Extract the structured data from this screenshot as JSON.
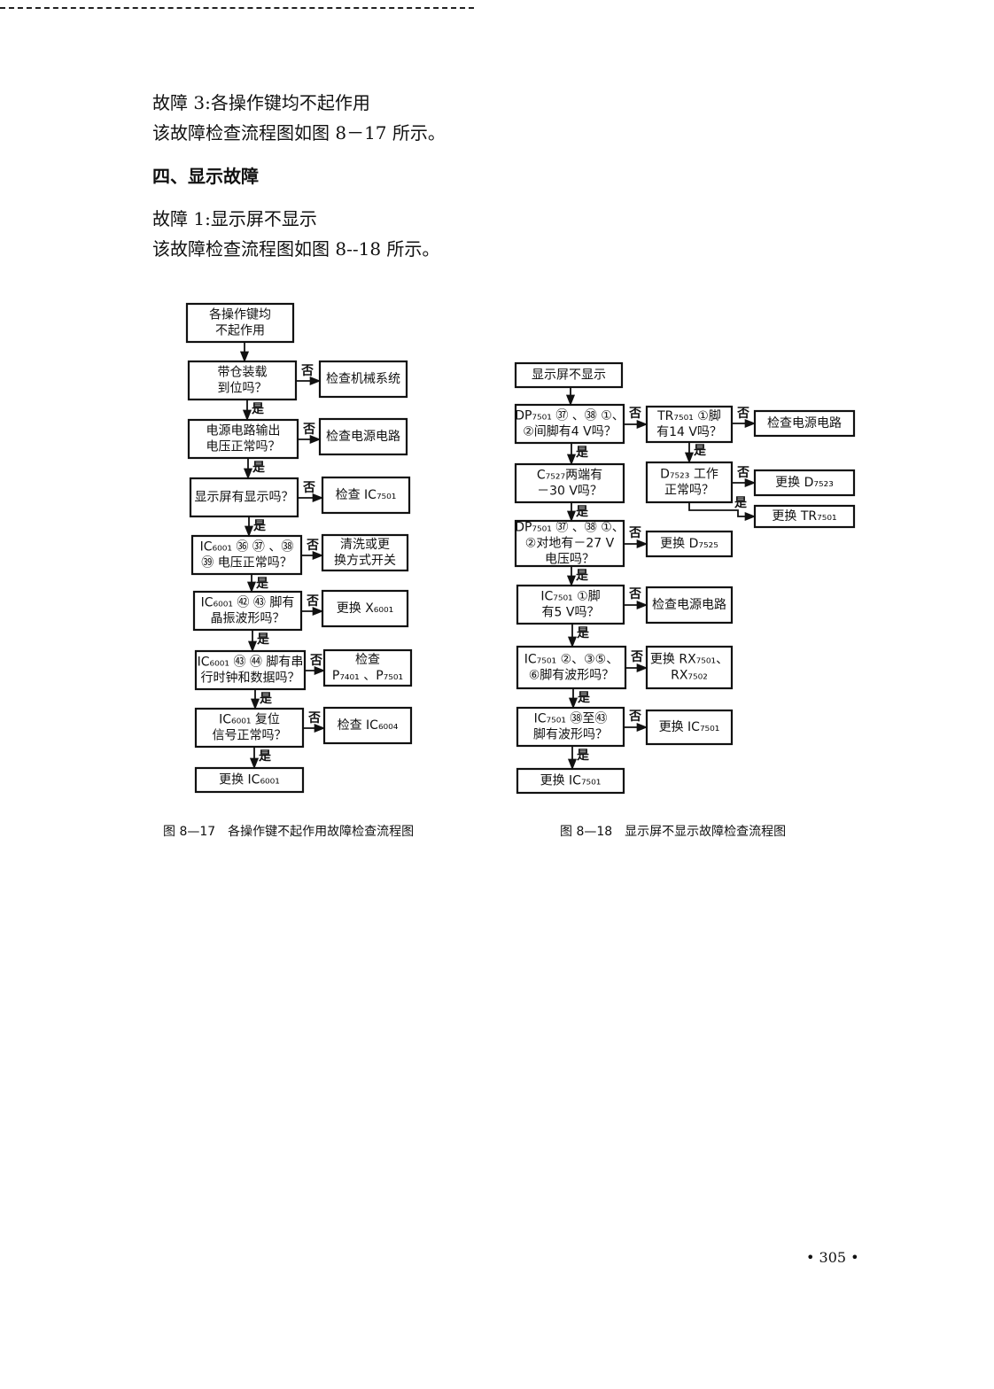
{
  "text": {
    "fault3_title": "故障 3:各操作键均不起作用",
    "fault3_ref": "该故障检查流程图如图 8－17 所示。",
    "section4_heading": "四、显示故障",
    "fault1_title": "故障 1:显示屏不显示",
    "fault1_ref": "该故障检查流程图如图 8--18 所示。"
  },
  "labels": {
    "yes": "是",
    "no": "否"
  },
  "fig17": {
    "caption": "图 8—17　各操作键不起作用故障检查流程图",
    "main": [
      [
        "各操作键均",
        "不起作用"
      ],
      [
        "带仓装载",
        "到位吗？"
      ],
      [
        "电源电路输出",
        "电压正常吗？"
      ],
      [
        "显示屏有显示吗？"
      ],
      [
        "IC₆₀₀₁ ㊱ ㊲ 、㊳",
        "㊴ 电压正常吗？"
      ],
      [
        "IC₆₀₀₁ ㊷ ㊸ 脚有",
        "晶振波形吗？"
      ],
      [
        "IC₆₀₀₁ ㊸ ㊹ 脚有串",
        "行时钟和数据吗？"
      ],
      [
        "IC₆₀₀₁ 复位",
        "信号正常吗？"
      ],
      [
        "更换 IC₆₀₀₁"
      ]
    ],
    "side": [
      [
        "检查机械系统"
      ],
      [
        "检查电源电路"
      ],
      [
        "检查 IC₇₅₀₁"
      ],
      [
        "清洗或更",
        "换方式开关"
      ],
      [
        "更换 X₆₀₀₁"
      ],
      [
        "检查",
        "P₇₄₀₁ 、P₇₅₀₁"
      ],
      [
        "检查 IC₆₀₀₄"
      ]
    ]
  },
  "fig18": {
    "caption": "图 8—18　显示屏不显示故障检查流程图",
    "main": [
      [
        "显示屏不显示"
      ],
      [
        "DP₇₅₀₁ ㊲ 、㊳ ①、",
        "②间脚有4 V吗？"
      ],
      [
        "C₇₅₂₇两端有",
        "－30 V吗？"
      ],
      [
        "DP₇₅₀₁ ㊲ 、㊳ ①、",
        "②对地有－27 V",
        "电压吗？"
      ],
      [
        "IC₇₅₀₁ ①脚",
        "有5 V吗？"
      ],
      [
        "IC₇₅₀₁ ②、③⑤、",
        "⑥脚有波形吗？"
      ],
      [
        "IC₇₅₀₁ ㊳至㊸",
        "脚有波形吗？"
      ],
      [
        "更换 IC₇₅₀₁"
      ]
    ],
    "mid": [
      [
        "TR₇₅₀₁ ①脚",
        "有14 V吗？"
      ],
      [
        "D₇₅₂₃ 工作",
        "正常吗？"
      ]
    ],
    "right": [
      [
        "检查电源电路"
      ],
      [
        "更换 D₇₅₂₃"
      ],
      [
        "更换 TR₇₅₀₁"
      ],
      [
        "更换 D₇₅₂₅"
      ],
      [
        "检查电源电路"
      ],
      [
        "更换 RX₇₅₀₁、",
        "RX₇₅₀₂"
      ],
      [
        "更换 IC₇₅₀₁"
      ]
    ]
  },
  "page_number": "• 305 •"
}
